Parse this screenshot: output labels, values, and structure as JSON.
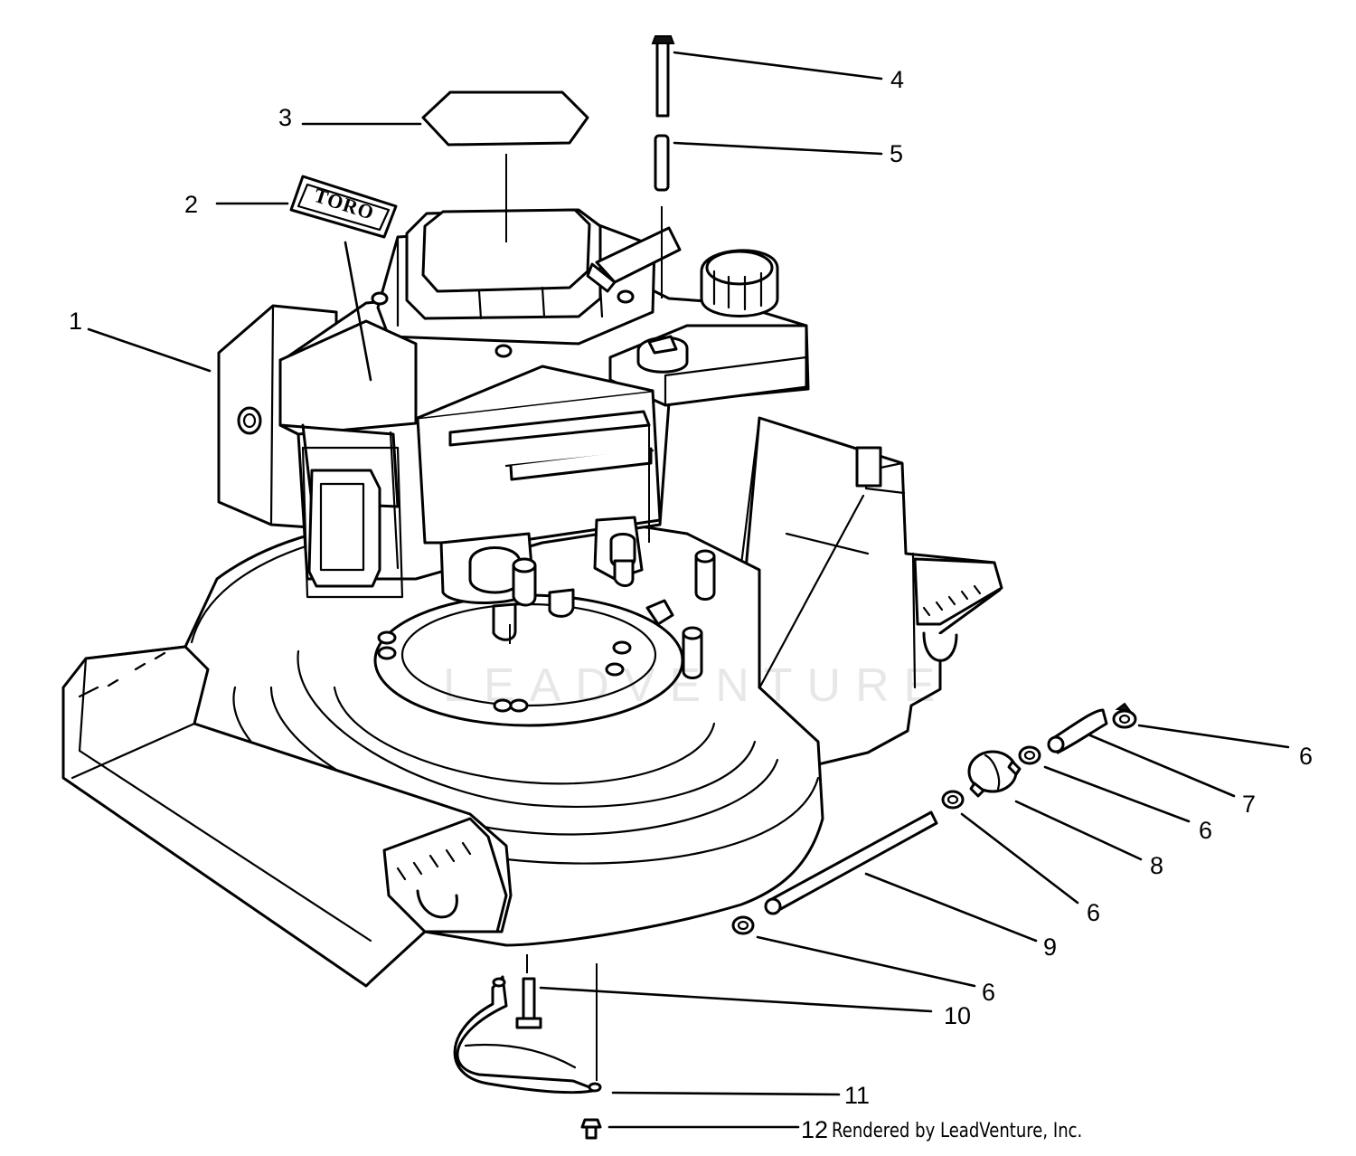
{
  "diagram": {
    "callouts": [
      {
        "id": "c1",
        "label": "1"
      },
      {
        "id": "c2",
        "label": "2"
      },
      {
        "id": "c3",
        "label": "3"
      },
      {
        "id": "c4",
        "label": "4"
      },
      {
        "id": "c5",
        "label": "5"
      },
      {
        "id": "c6a",
        "label": "6"
      },
      {
        "id": "c7",
        "label": "7"
      },
      {
        "id": "c6b",
        "label": "6"
      },
      {
        "id": "c8",
        "label": "8"
      },
      {
        "id": "c6c",
        "label": "6"
      },
      {
        "id": "c9",
        "label": "9"
      },
      {
        "id": "c6d",
        "label": "6"
      },
      {
        "id": "c10",
        "label": "10"
      },
      {
        "id": "c11",
        "label": "11"
      },
      {
        "id": "c12",
        "label": "12"
      }
    ],
    "decal_text": "TORO",
    "watermark": "LEADVENTURE",
    "credit": "Rendered by LeadVenture, Inc."
  }
}
